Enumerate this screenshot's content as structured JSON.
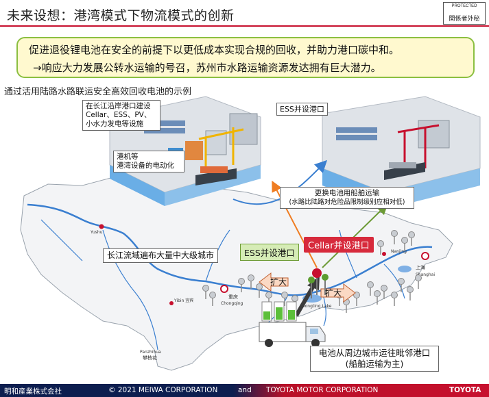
{
  "header": {
    "title": "未来设想：港湾模式下物流模式的创新",
    "stamp_line1": "PROTECTED",
    "stamp_line2": "関係者外秘"
  },
  "banner": {
    "line1": "促进退役锂电池在安全的前提下以更低成本实现合规的回收，并助力港口碳中和。",
    "line2": "→响应大力发展公转水运输的号召，苏州市水路运输资源发达拥有巨大潜力。"
  },
  "subtitle": "通过活用陆路水路联运安全高效回收电池的示例",
  "callouts": {
    "port_build_1": "在长江沿岸港口建设",
    "port_build_2": "Cellar、ESS、PV、",
    "port_build_3": "小水力发电等设施",
    "port_machinery_1": "港机等",
    "port_machinery_2": "港湾设备的电动化",
    "ess_port_top": "ESS并设港口",
    "ship_battery_1": "更换电池用船舶运输",
    "ship_battery_2": "(水路比陆路对危险品限制级别应相对低)",
    "yangtze_cities": "长江流域遍布大量中大级城市",
    "ess_port_map": "ESS并设港口",
    "cellar_port": "Cellar并设港口",
    "expand_left": "扩大",
    "expand_right": "扩大",
    "truck_1": "电池从周边城市运往毗邻港口",
    "truck_2": "(船舶运输为主)"
  },
  "map_labels": {
    "chongqing_cn": "重庆",
    "chongqing_en": "Chongqing",
    "yibin": "Yibin 宜宾",
    "panzhihua_en": "Panzhihua",
    "panzhihua_cn": "攀枝花",
    "yushu": "Yushu",
    "dongting": "Dongting Lake",
    "nanjing": "Nanjing",
    "shanghai_cn": "上海",
    "shanghai_en": "Shanghai"
  },
  "footer": {
    "company_left": "明和産業株式会社",
    "copyright": "© 2021 MEIWA CORPORATION",
    "and": "and",
    "company_right": "TOYOTA MOTOR CORPORATION",
    "brand": "TOYOTA"
  },
  "colors": {
    "accent_red": "#c7102e",
    "navy": "#0d1e4f",
    "banner_bg": "#fff9cf",
    "banner_border": "#8bbf40",
    "river_blue": "#3a7fd0"
  }
}
